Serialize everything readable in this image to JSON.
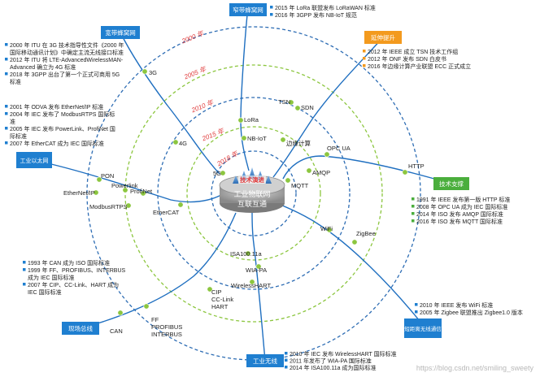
{
  "colors": {
    "ring_blue": "#2e6db4",
    "ring_green": "#8cc63f",
    "year_red": "#e03a3a",
    "box_blue": "#1f7fd0",
    "box_orange": "#f39a1e",
    "box_green": "#4aae3c",
    "line_blue": "#1f6fc0",
    "dot_green": "#8cc63f",
    "text_dark": "#222222"
  },
  "center": {
    "badge": "技术演进",
    "line1": "工业物联网",
    "line2": "互联互通"
  },
  "years": [
    "2000 年",
    "2005 年",
    "2010 年",
    "2015 年",
    "2018 年"
  ],
  "nodes": [
    "3G",
    "4G",
    "5G",
    "LoRa",
    "NB-IoT",
    "TSN",
    "SDN",
    "边缘计算",
    "OPC UA",
    "AMQP",
    "MQTT",
    "HTTP",
    "WiFi",
    "ZigBee",
    "ISA100.11a",
    "WIA-PA",
    "WirelessHART",
    "EtherCAT",
    "ProfiNet",
    "Powerlink",
    "PON",
    "EtherNet/IP",
    "ModbusRTPS",
    "CAN",
    "FF",
    "PROFIBUS",
    "INTERBUS",
    "CIP",
    "CC-Link",
    "HART"
  ],
  "categories": {
    "kuandai_top": "窄带蜂窝网",
    "kuandai_left": "宽带蜂窝网",
    "yanshen": "延伸提升",
    "jishu": "技术支撑",
    "gongye_ytw": "工业以太网",
    "xianchang": "现场总线",
    "gongye_wx": "工业无线",
    "duanjuli": "短距离无线通信"
  },
  "notes": {
    "top_center": [
      "2015 年 LoRa 联盟发布 LoRaWAN 标准",
      "2016 年 3GPP 发布 NB-IoT 规范"
    ],
    "top_left": [
      "2000 年 ITU 在 3G 技术指导性文件《2000 年",
      "国际移动通讯计划》中确定主流无线接口标准",
      "2012 年 ITU 将 LTE-AdvancedWirelessMAN-",
      "Advanced 确立为 4G 标准",
      "2018 年 3GPP 出台了第一个正式可商用 5G",
      "标准"
    ],
    "top_right": [
      "2012 年 IEEE 成立 TSN 技术工作组",
      "2012 年 ONF 发布 SDN 白皮书",
      "2016 年边缘计算产业联盟 ECC 正式成立"
    ],
    "mid_left": [
      "2001 年 ODVA 发布 EtherNet/IP 标准",
      "2004 年 IEC 发布了 ModbusRTPS 国际标",
      "准",
      "2005 年 IEC 发布 PowerLink、ProfiNet 国",
      "际标准",
      "2007 年 EtherCAT 成为 IEC 国际标准"
    ],
    "right": [
      "1991 年 IEEE 发布第一版 HTTP 标准",
      "2008 年 OPC UA 成为 IEC 国际标准",
      "2014 年 ISO 发布 AMQP 国际标准",
      "2016 年 ISO 发布 MQTT 国际标准"
    ],
    "bottom_left": [
      "1993 年 CAN 成为 ISO 国际标准",
      "1999 年 FF、PROFIBUS、INTERBUS",
      "成为 IEC 国际标准",
      "2007 年 CIP、CC-Link、HART 成为",
      "IEC 国际标准"
    ],
    "bottom_right": [
      "2010 年 IEEE 发布 WiFi 标准",
      "2005 年 Zigbee 联盟推出 Zigbee1.0 版本"
    ],
    "bottom_center": [
      "2010 年 IEC 发布 WirelessHART 国际标准",
      "2011 年发布了 WIA-PA 国际标准",
      "2014 年 ISA100.11a 成为国际标准"
    ]
  },
  "watermark": "https://blog.csdn.net/smiling_sweety"
}
